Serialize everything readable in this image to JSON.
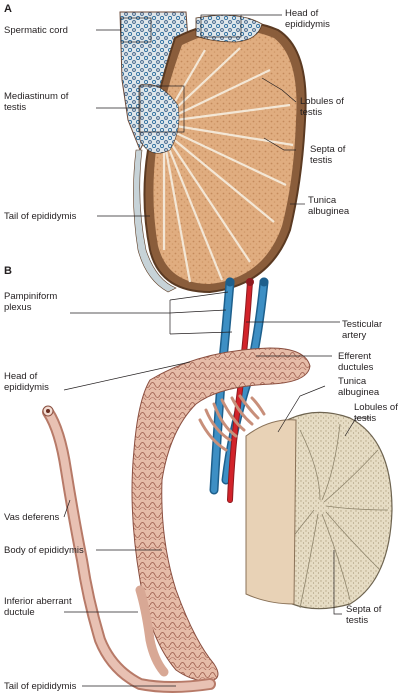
{
  "figure": {
    "panel_a": {
      "letter": "A",
      "labels": {
        "spermatic_cord": [
          "Spermatic cord"
        ],
        "head_of_epididymis": [
          "Head of",
          "epididymis"
        ],
        "mediastinum": [
          "Mediastinum of",
          "testis"
        ],
        "lobules": [
          "Lobules of",
          "testis"
        ],
        "septa": [
          "Septa of",
          "testis"
        ],
        "tunica": [
          "Tunica",
          "albuginea"
        ],
        "tail": [
          "Tail of epididymis"
        ]
      }
    },
    "panel_b": {
      "letter": "B",
      "labels": {
        "pampiniform": [
          "Pampiniform",
          "plexus"
        ],
        "testicular_artery": [
          "Testicular",
          "artery"
        ],
        "efferent": [
          "Efferent",
          "ductules"
        ],
        "head_of_epididymis": [
          "Head of",
          "epididymis"
        ],
        "tunica": [
          "Tunica",
          "albuginea"
        ],
        "lobules": [
          "Lobules of",
          "testis"
        ],
        "vas_deferens": [
          "Vas deferens"
        ],
        "body": [
          "Body of epididymis"
        ],
        "inferior_aberrant": [
          "Inferior aberrant",
          "ductule"
        ],
        "septa": [
          "Septa of",
          "testis"
        ],
        "tail": [
          "Tail of epididymis"
        ]
      }
    },
    "colors": {
      "testis_tissue": "#d9a273",
      "septa": "#f3e7d6",
      "tunica": "#7a5236",
      "vein": "#2f7fb3",
      "artery": "#d2232a",
      "epididymis": "#e3b9a6",
      "tunica_band": "#e8d2b6",
      "leader": "#231f20"
    }
  }
}
